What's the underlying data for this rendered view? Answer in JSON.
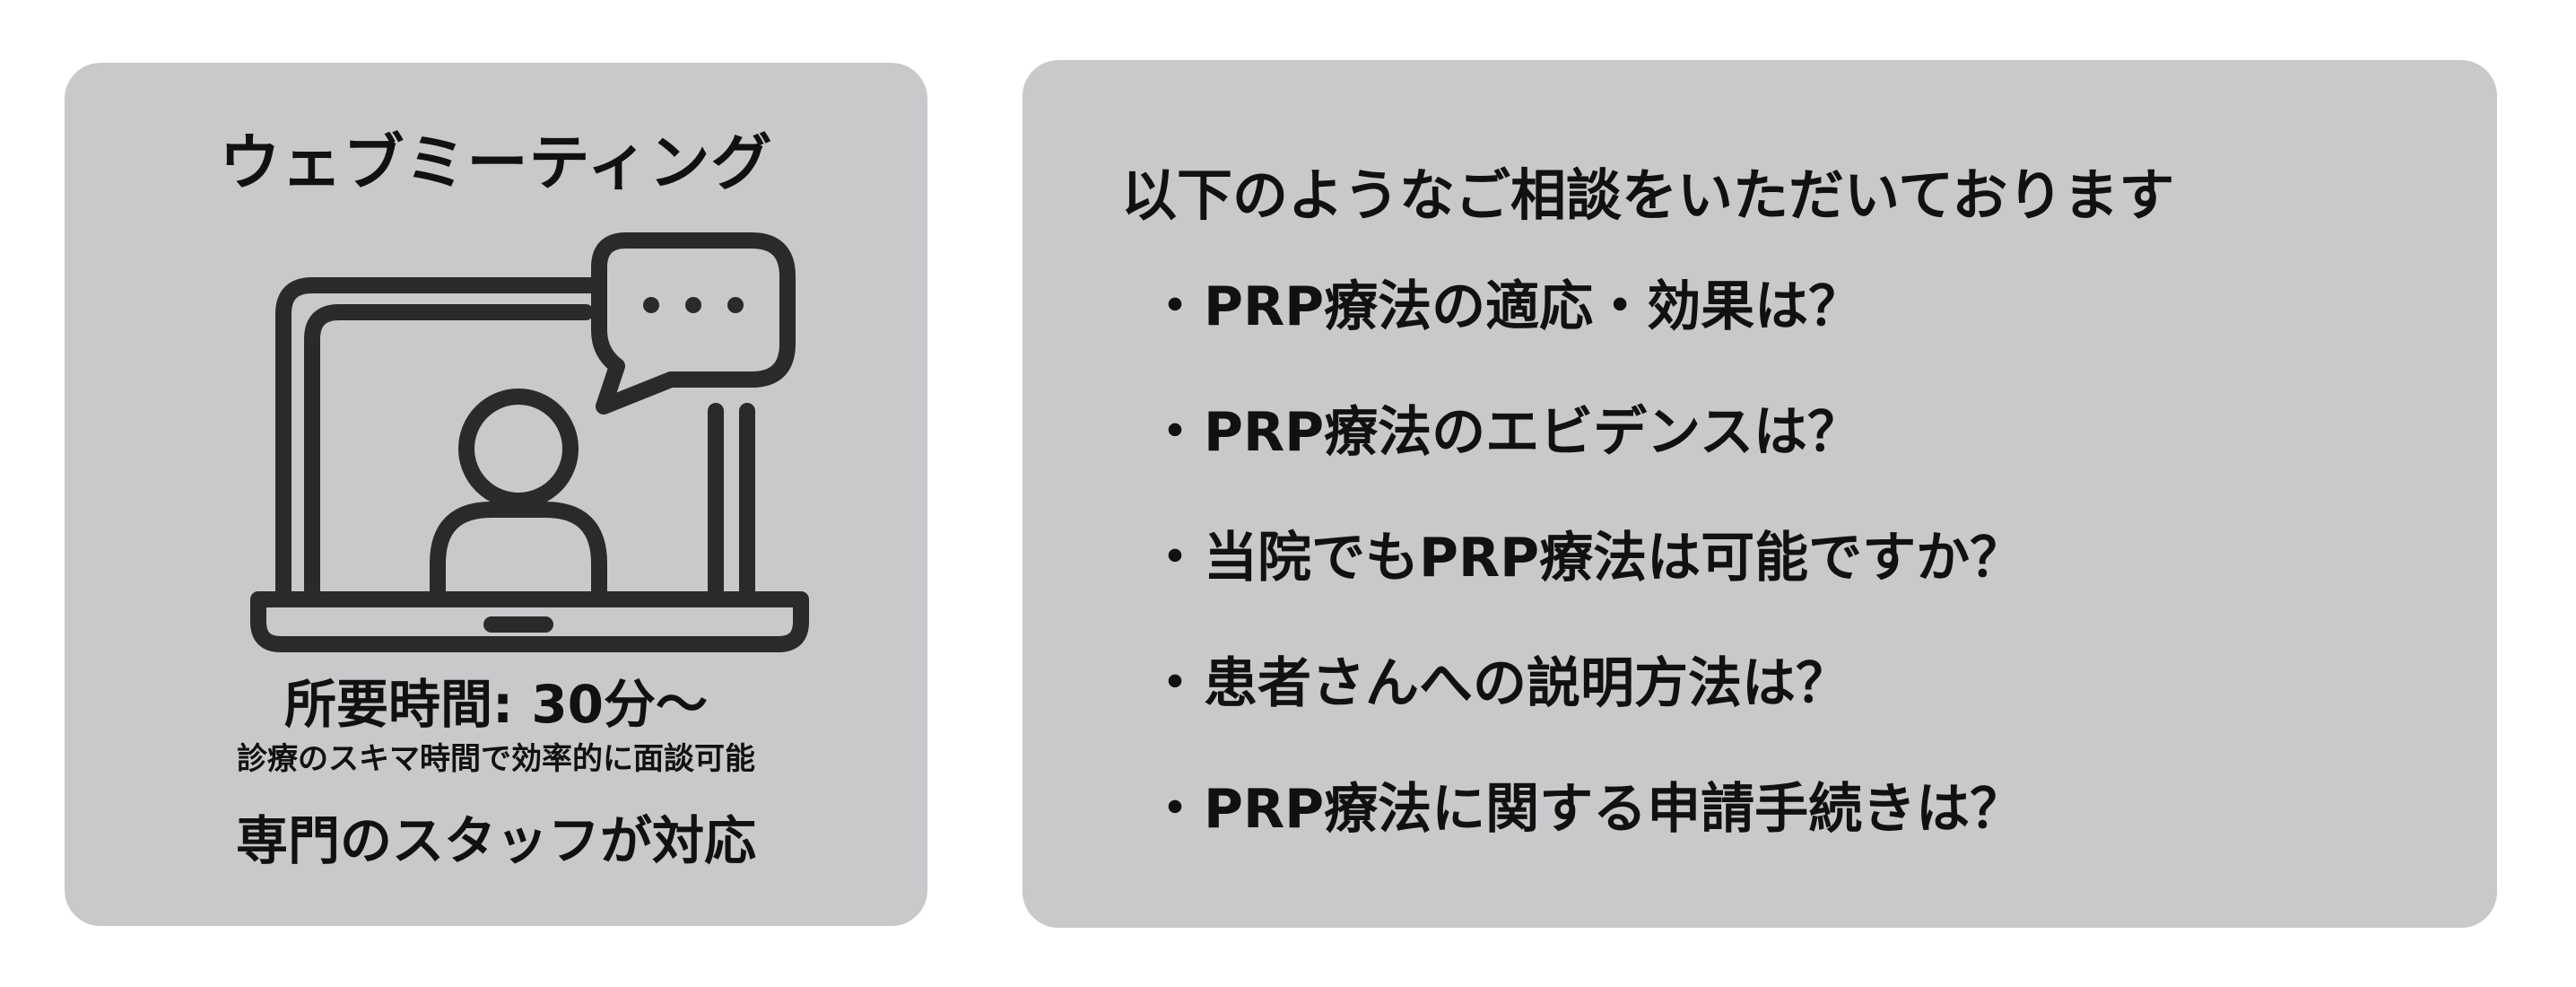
{
  "left_card": {
    "title": "ウェブミーティング",
    "illustration_icon": "laptop-video-call-icon",
    "duration": "所要時間: 30分～",
    "duration_note": "診療のスキマ時間で効率的に面談可能",
    "staff": "専門のスタッフが対応"
  },
  "right_card": {
    "heading": "以下のようなご相談をいただいております",
    "items": [
      "PRP療法の適応・効果は？",
      "PRP療法のエビデンスは？",
      "当院でもPRP療法は可能ですか？",
      "患者さんへの説明方法は？",
      "PRP療法に関する申請手続きは？"
    ]
  },
  "colors": {
    "card_background": "#c8c9cb",
    "icon_stroke": "#2a2a2a",
    "text": "#111111"
  }
}
